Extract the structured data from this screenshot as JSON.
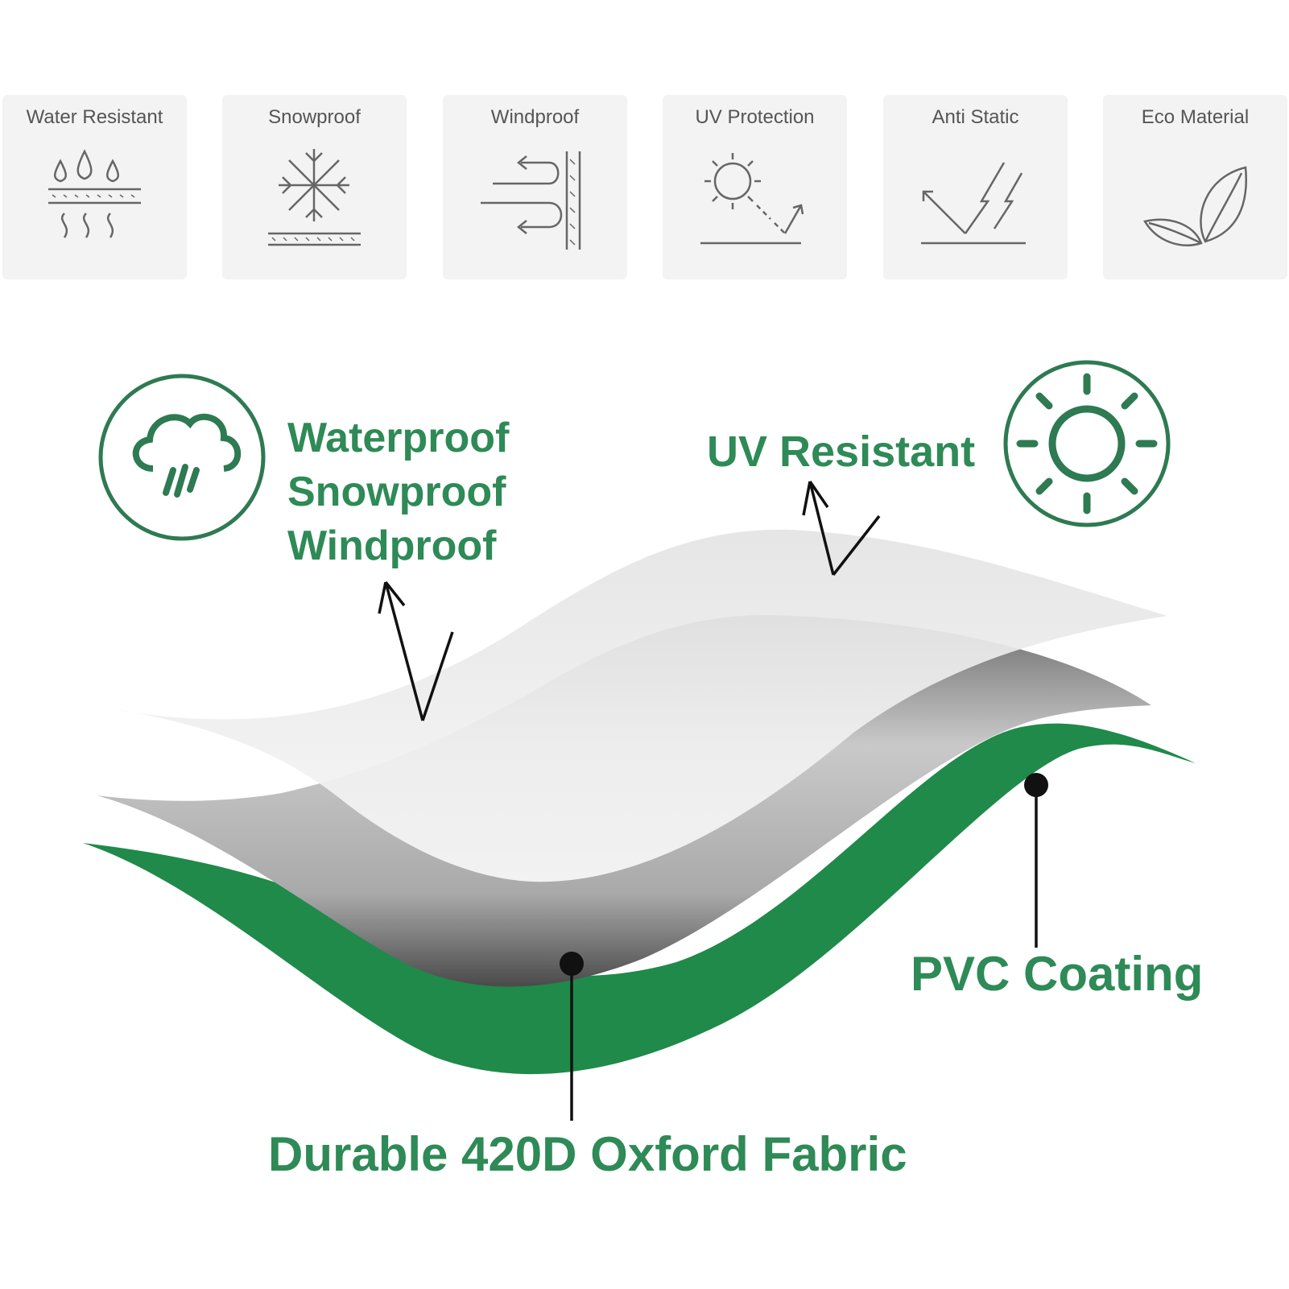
{
  "features": [
    {
      "label": "Water Resistant",
      "icon": "water-resistant-icon"
    },
    {
      "label": "Snowproof",
      "icon": "snowflake-icon"
    },
    {
      "label": "Windproof",
      "icon": "wind-icon"
    },
    {
      "label": "UV Protection",
      "icon": "sun-uv-icon"
    },
    {
      "label": "Anti Static",
      "icon": "lightning-icon"
    },
    {
      "label": "Eco Material",
      "icon": "leaf-icon"
    }
  ],
  "callouts": {
    "top_left": [
      "Waterproof",
      "Snowproof",
      "Windproof"
    ],
    "top_right": "UV Resistant",
    "right": "PVC Coating",
    "bottom": "Durable 420D Oxford Fabric"
  },
  "colors": {
    "accent_green": "#2e8a56",
    "fabric_green": "#1f8a4a",
    "card_bg": "#f3f3f3",
    "icon_gray": "#666666"
  }
}
